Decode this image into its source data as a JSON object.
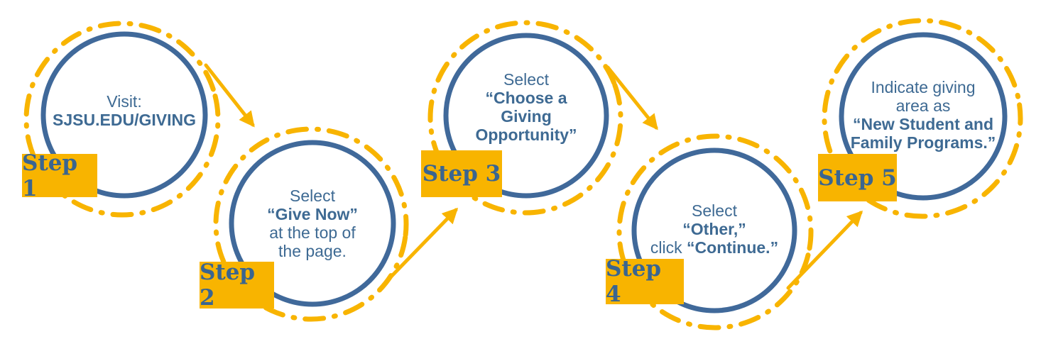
{
  "palette": {
    "gold": "#F8B400",
    "circle_blue": "#40699A",
    "text_blue": "#3E6A93"
  },
  "steps": [
    {
      "badge": "Step 1",
      "line1": "Visit:",
      "line2": "SJSU.EDU/GIVING"
    },
    {
      "badge": "Step 2",
      "line1": "Select",
      "line2": "“Give Now”",
      "line3": "at the top of",
      "line4": "the page."
    },
    {
      "badge": "Step 3",
      "line1": "Select",
      "line2": "“Choose a",
      "line3": "Giving",
      "line4": "Opportunity”"
    },
    {
      "badge": "Step 4",
      "line1": "Select",
      "line2": "“Other,”",
      "line3a": "click ",
      "line3b": "“Continue.”"
    },
    {
      "badge": "Step 5",
      "line1": "Indicate giving",
      "line2": "area as",
      "line3": "“New Student and",
      "line4": "Family Programs.”"
    }
  ]
}
